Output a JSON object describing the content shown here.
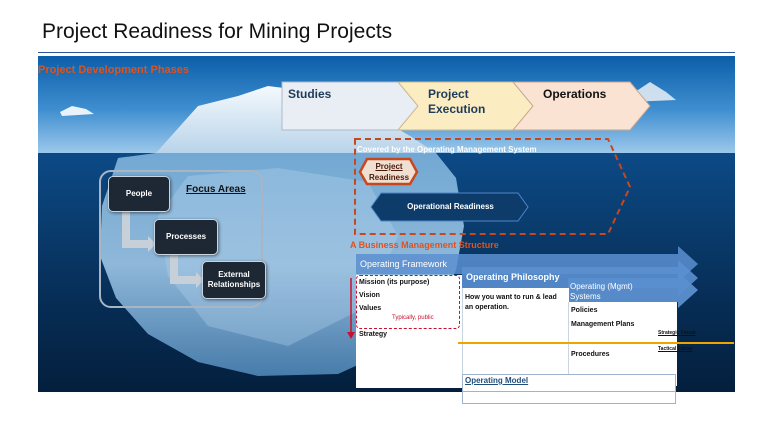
{
  "title": "Project Readiness for Mining Projects",
  "phases": {
    "heading": "Project Development Phases",
    "studies": "Studies",
    "execution_line1": "Project",
    "execution_line2": "Execution",
    "operations": "Operations"
  },
  "oms": {
    "heading": "Covered by the Operating Management System",
    "project_readiness_line1": "Project",
    "project_readiness_line2": "Readiness",
    "operational_readiness": "Operational Readiness"
  },
  "focus": {
    "heading": "Focus Areas",
    "people": "People",
    "processes": "Processes",
    "external_line1": "External",
    "external_line2": "Relationships"
  },
  "bms": {
    "heading": "A Business Management Structure",
    "framework_label": "Operating Framework",
    "framework_items": [
      "Mission (its purpose)",
      "Vision",
      "Values",
      "Strategy"
    ],
    "typically_public": "Typically, public",
    "philosophy_label": "Operating Philosophy",
    "philosophy_text_line1": "How you want to run & lead",
    "philosophy_text_line2": "an operation.",
    "systems_label_line1": "Operating (Mgmt)",
    "systems_label_line2": "Systems",
    "systems_items": [
      "Policies",
      "Management Plans",
      "Procedures"
    ],
    "strategic_focus": "Strategic Focus",
    "tactical_focus": "Tactical Focus",
    "operating_model": "Operating Model"
  },
  "colors": {
    "accent_red": "#c8481e",
    "heading_blue": "#1f4e79",
    "arrow_blue": "#4f86c6",
    "divider_orange": "#f0a400"
  }
}
